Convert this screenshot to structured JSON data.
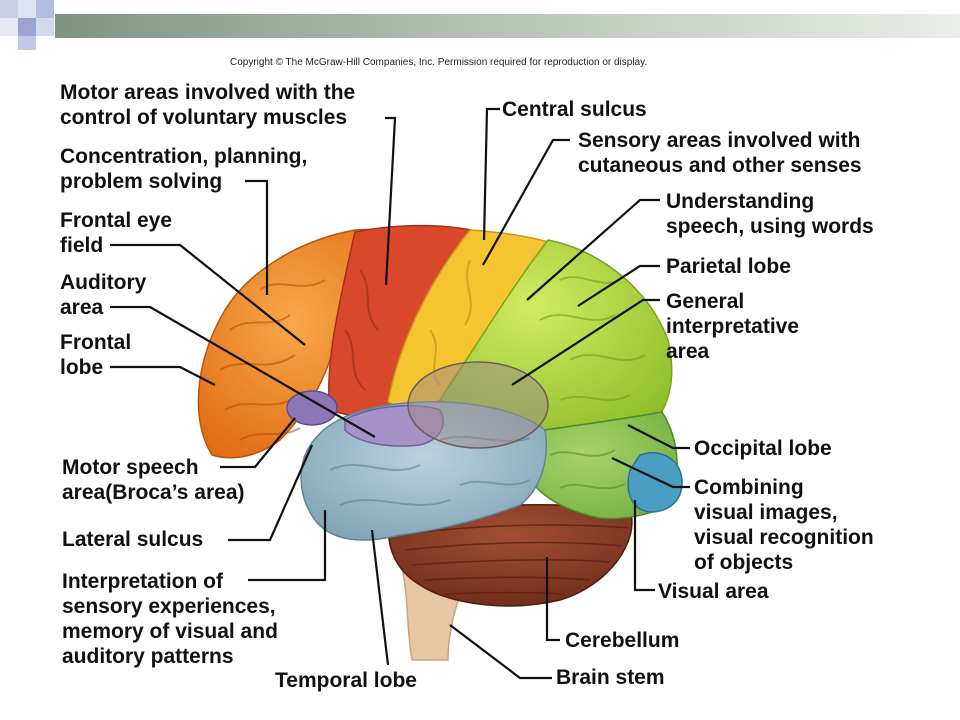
{
  "copyright": "Copyright © The McGraw-Hill Companies, Inc. Permission required for reproduction or display.",
  "labels": {
    "motor_areas": [
      "Motor areas involved with the",
      "control of voluntary muscles"
    ],
    "concentration": [
      "Concentration, planning,",
      "problem solving"
    ],
    "frontal_eye": [
      "Frontal eye",
      "field"
    ],
    "auditory": [
      "Auditory",
      "area"
    ],
    "frontal_lobe": [
      "Frontal",
      "lobe"
    ],
    "motor_speech": [
      "Motor speech",
      "area(Broca’s area)"
    ],
    "lateral_sulcus": [
      "Lateral sulcus"
    ],
    "interpretation": [
      "Interpretation of",
      "sensory experiences,",
      "memory of visual and",
      "auditory patterns"
    ],
    "temporal_lobe": [
      "Temporal lobe"
    ],
    "central_sulcus": [
      "Central sulcus"
    ],
    "sensory_areas": [
      "Sensory areas involved with",
      "cutaneous and other senses"
    ],
    "understanding_speech": [
      "Understanding",
      "speech, using words"
    ],
    "parietal_lobe": [
      "Parietal lobe"
    ],
    "general_interpretative": [
      "General",
      "interpretative",
      "area"
    ],
    "occipital_lobe": [
      "Occipital lobe"
    ],
    "combining_visual": [
      "Combining",
      "visual images,",
      "visual recognition",
      "of objects"
    ],
    "visual_area": [
      "Visual area"
    ],
    "cerebellum": [
      "Cerebellum"
    ],
    "brain_stem": [
      "Brain stem"
    ]
  },
  "colors": {
    "frontal": "#f08a2a",
    "motor": "#d9482b",
    "sensory": "#f5c531",
    "parietal": "#b6d94a",
    "occipital": "#8cc75a",
    "visual": "#4a9ec2",
    "temporal": "#9ebfcf",
    "cerebellum": "#8a3b26",
    "brainstem": "#e8c9a6",
    "broca": "#8d76b8",
    "auditory": "#a690c9"
  }
}
